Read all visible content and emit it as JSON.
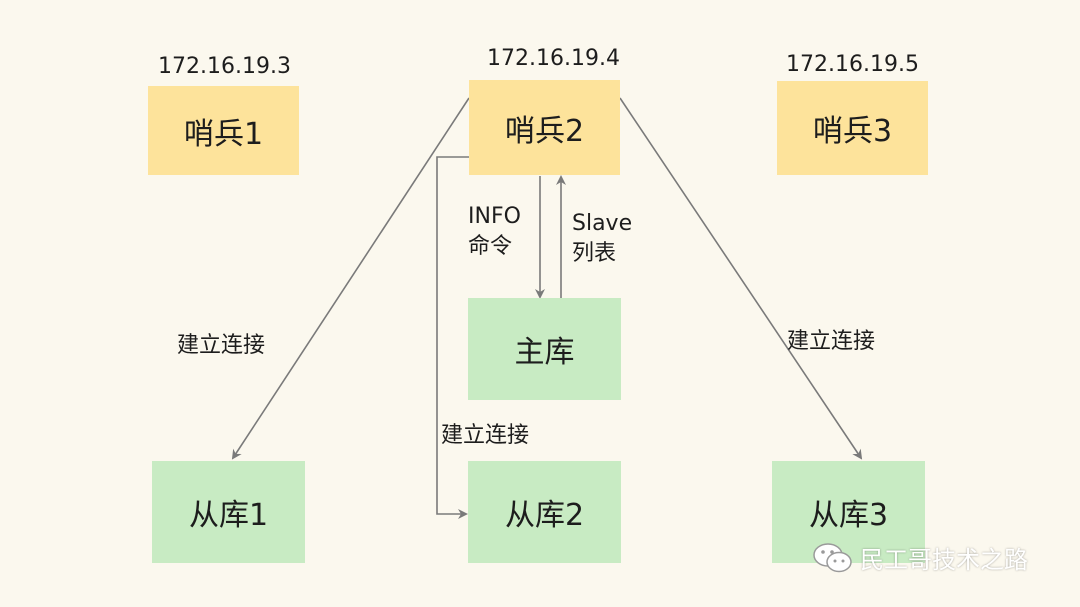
{
  "colors": {
    "background": "#fbf8ee",
    "sentinel": "#fde39b",
    "database": "#c8ebc3",
    "arrow": "#7a7a7a"
  },
  "sentinels": [
    {
      "ip": "172.16.19.3",
      "label": "哨兵1"
    },
    {
      "ip": "172.16.19.4",
      "label": "哨兵2"
    },
    {
      "ip": "172.16.19.5",
      "label": "哨兵3"
    }
  ],
  "master": {
    "label": "主库"
  },
  "replicas": [
    {
      "label": "从库1"
    },
    {
      "label": "从库2"
    },
    {
      "label": "从库3"
    }
  ],
  "edges": {
    "info_command": [
      "INFO",
      "命令"
    ],
    "slave_list": [
      "Slave",
      "列表"
    ],
    "connect_left": "建立连接",
    "connect_middle": "建立连接",
    "connect_right": "建立连接"
  },
  "watermark": {
    "icon": "wechat-icon",
    "text": "民工哥技术之路"
  }
}
